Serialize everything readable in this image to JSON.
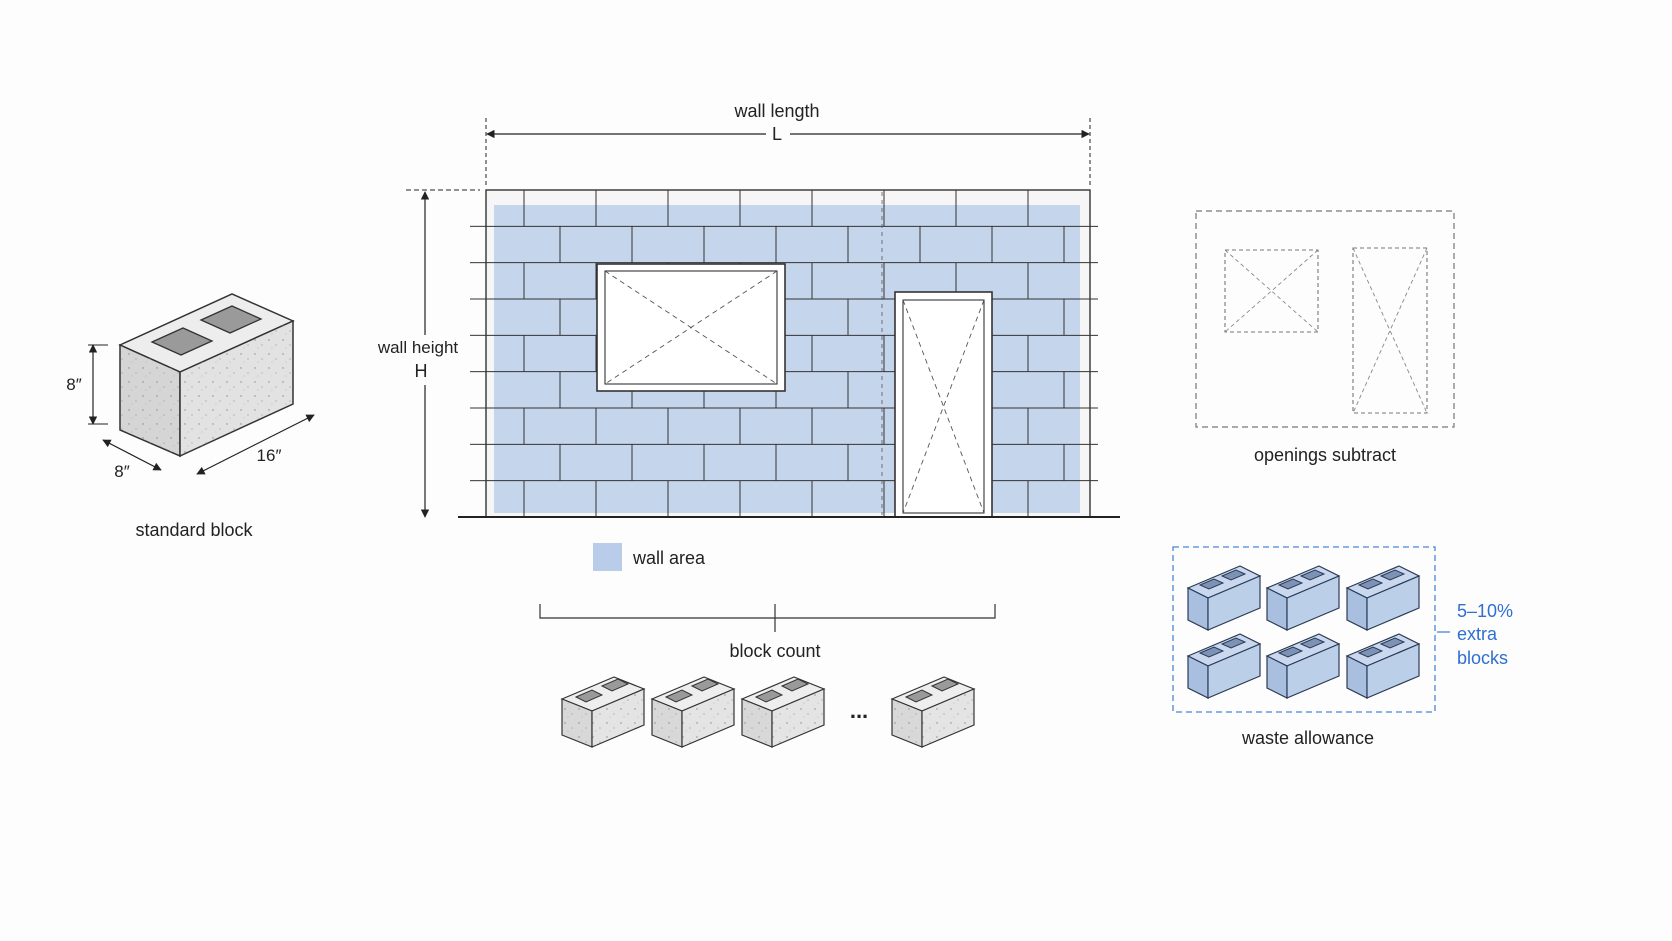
{
  "standard_block": {
    "height_dim": "8″",
    "width_dim": "8″",
    "length_dim": "16″",
    "caption": "standard block"
  },
  "wall": {
    "length_label": "wall length",
    "length_symbol": "L",
    "height_label": "wall height",
    "height_symbol": "H",
    "legend_label": "wall area",
    "legend_color": "#b9cdea"
  },
  "block_count": {
    "label": "block count",
    "ellipsis": "..."
  },
  "openings": {
    "caption": "openings subtract"
  },
  "waste": {
    "caption": "waste allowance",
    "note_line1": "5–10%",
    "note_line2": "extra",
    "note_line3": "blocks",
    "accent_color": "#2f6fd0"
  }
}
